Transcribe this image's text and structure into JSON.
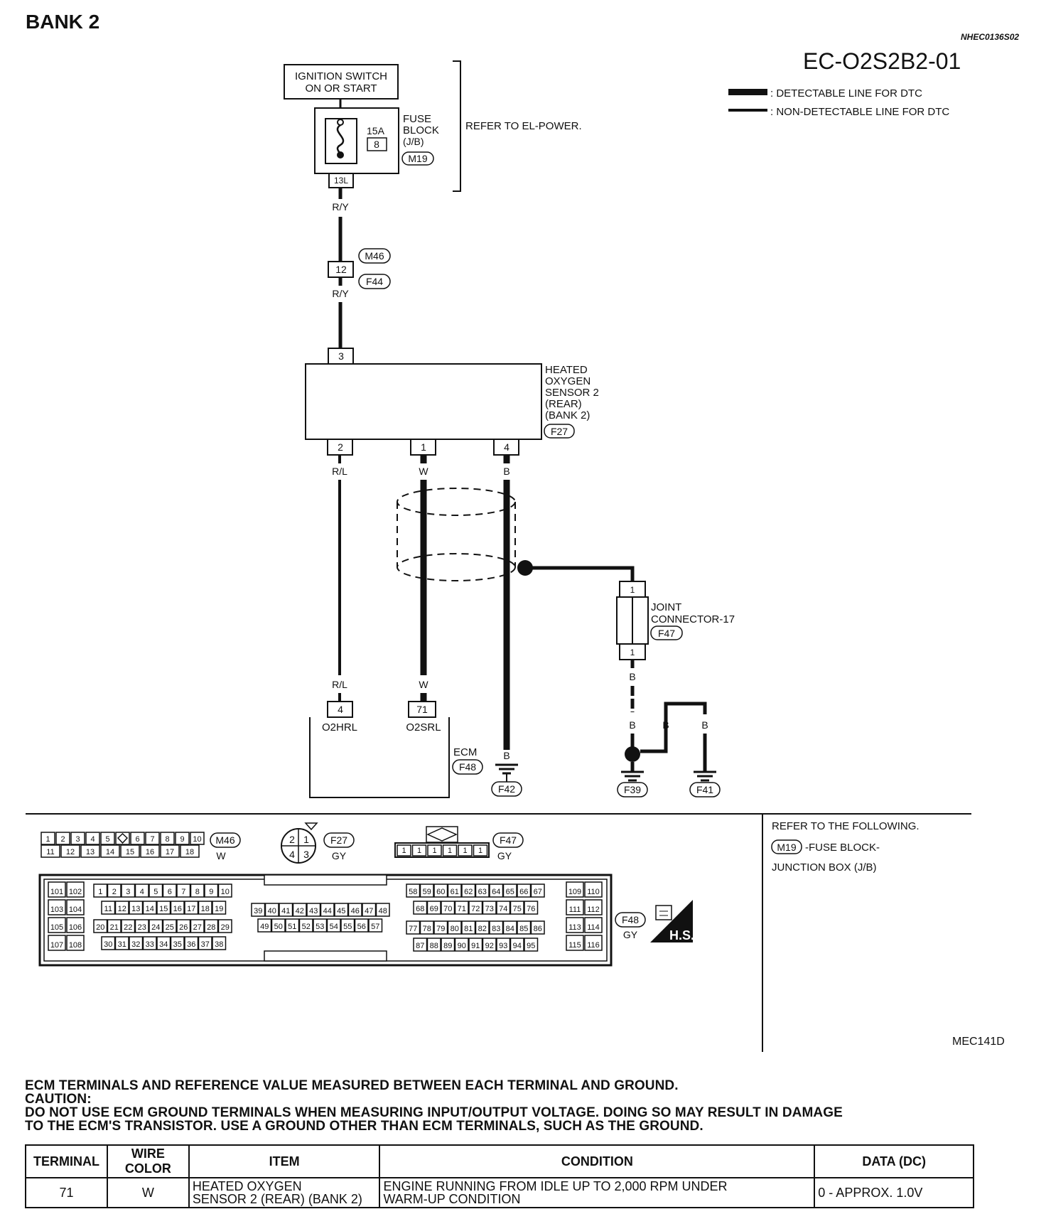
{
  "header": {
    "bank_title": "BANK 2",
    "ref_code": "NHEC0136S02",
    "diagram_id": "EC-O2S2B2-01",
    "figure_code": "MEC141D"
  },
  "legend": {
    "detectable": ": DETECTABLE LINE FOR DTC",
    "non_detectable": ": NON-DETECTABLE LINE FOR DTC"
  },
  "power": {
    "switch_line1": "IGNITION SWITCH",
    "switch_line2": "ON OR START",
    "fuse_rating": "15A",
    "fuse_number": "8",
    "fuse_block_line1": "FUSE",
    "fuse_block_line2": "BLOCK",
    "fuse_block_line3": "(J/B)",
    "fuse_block_conn": "M19",
    "fuse_terminal": "13L",
    "refer_note": "REFER TO EL-POWER."
  },
  "harness": {
    "wire_ry_1": "R/Y",
    "wire_ry_2": "R/Y",
    "conn_top": "M46",
    "conn_bottom": "F44",
    "terminal": "12"
  },
  "sensor": {
    "line1": "HEATED",
    "line2": "OXYGEN",
    "line3": "SENSOR 2",
    "line4": "(REAR)",
    "line5": "(BANK 2)",
    "connector": "F27",
    "pin_top": "3",
    "pin_a": "2",
    "pin_b": "1",
    "pin_c": "4",
    "wire_a": "R/L",
    "wire_b": "W",
    "wire_c": "B"
  },
  "joint": {
    "line1": "JOINT",
    "line2": "CONNECTOR-17",
    "connector": "F47",
    "pin_top": "1",
    "pin_bottom": "1",
    "wire_out": "B",
    "wire_b1": "B",
    "wire_b2": "B",
    "wire_b3": "B"
  },
  "ecm": {
    "label": "ECM",
    "connector": "F48",
    "wire_a": "R/L",
    "wire_b": "W",
    "pin_a": "4",
    "pin_b": "71",
    "term_a": "O2HRL",
    "term_b": "O2SRL",
    "ground_wire": "B"
  },
  "grounds": {
    "g1": "F42",
    "g2": "F39",
    "g3": "F41"
  },
  "connectors": {
    "m46_label": "M46",
    "m46_color": "W",
    "m46_row1": [
      "1",
      "2",
      "3",
      "4",
      "5",
      "",
      "6",
      "7",
      "8",
      "9",
      "10"
    ],
    "m46_row2": [
      "11",
      "12",
      "13",
      "14",
      "15",
      "16",
      "17",
      "18"
    ],
    "f27_label": "F27",
    "f27_color": "GY",
    "f27_pins": [
      "2",
      "1",
      "4",
      "3"
    ],
    "f47_label": "F47",
    "f47_color": "GY",
    "f47_pins": [
      "1",
      "1",
      "1",
      "1",
      "1",
      "1"
    ],
    "f48_label": "F48",
    "f48_color": "GY",
    "hs_label": "H.S."
  },
  "refer_box": {
    "line1": "REFER TO THE FOLLOWING.",
    "conn": "M19",
    "line2": "-FUSE BLOCK-",
    "line3": "JUNCTION BOX (J/B)"
  },
  "caption": {
    "line1": "ECM TERMINALS AND REFERENCE VALUE MEASURED BETWEEN EACH TERMINAL AND GROUND.",
    "line2": "CAUTION:",
    "line3": "DO NOT USE ECM GROUND TERMINALS WHEN MEASURING INPUT/OUTPUT VOLTAGE. DOING SO MAY RESULT IN DAMAGE",
    "line4": "TO THE ECM'S TRANSISTOR. USE A GROUND OTHER THAN ECM TERMINALS, SUCH AS THE GROUND."
  },
  "table": {
    "headers": [
      "TERMINAL",
      "WIRE COLOR",
      "ITEM",
      "CONDITION",
      "DATA (DC)"
    ],
    "row": {
      "terminal": "71",
      "wire_color": "W",
      "item_line1": "HEATED OXYGEN",
      "item_line2": "SENSOR 2 (REAR) (BANK 2)",
      "condition_line1": "ENGINE RUNNING FROM IDLE UP TO 2,000 RPM UNDER",
      "condition_line2": "WARM-UP CONDITION",
      "data": "0 - APPROX. 1.0V"
    }
  }
}
